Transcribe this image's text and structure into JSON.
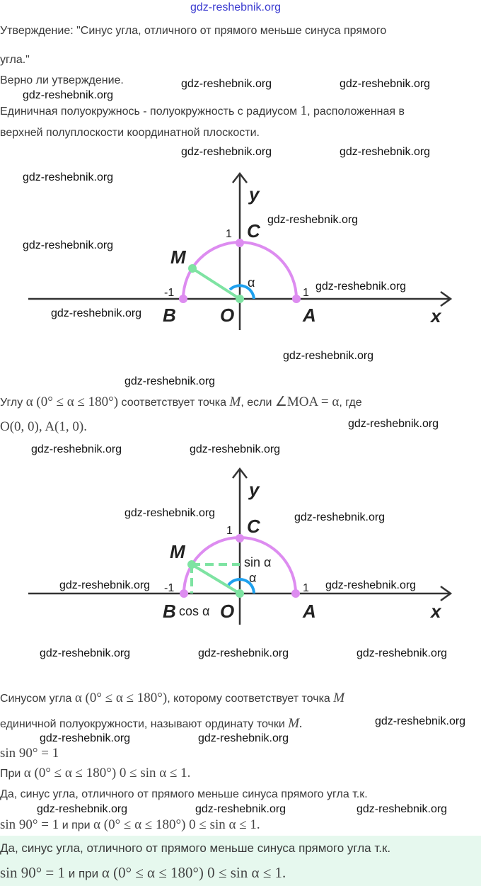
{
  "site_header": "gdz-reshebnik.org",
  "statement_1": "Утверждение: \"Синус угла, отличного от прямого меньше синуса прямого",
  "statement_2": "угла.\"",
  "question": "Верно ли утверждение.",
  "def1_a": "Единичная полуокружнось - полуокружность с радиусом ",
  "def1_num": "1",
  "def1_b": ", расположенная в",
  "def1_line2": "верхней полуплоскости координатной плоскости.",
  "diagram1": {
    "y": "y",
    "x": "x",
    "one_y": "1",
    "C": "C",
    "M": "M",
    "alpha": "α",
    "minus_one": "-1",
    "one_x": "1",
    "B": "B",
    "O": "O",
    "A": "A"
  },
  "angle_text": {
    "a": "Углу ",
    "formula": "α (0° ≤ α ≤ 180°)",
    "b": " соответствует точка ",
    "M": "M",
    "c": ", если ",
    "angle": "∠MOA = α",
    "d": ", где",
    "line2": "O(0, 0), A(1, 0)."
  },
  "diagram2": {
    "y": "y",
    "x": "x",
    "one_y": "1",
    "C": "C",
    "M": "M",
    "sin": "sin α",
    "alpha": "α",
    "minus_one": "-1",
    "one_x": "1",
    "B": "B",
    "cos": "cos α",
    "O": "O",
    "A": "A"
  },
  "sine_def": {
    "a": "Синусом угла ",
    "formula": "α (0° ≤ α ≤ 180°)",
    "b": ", которому соответствует точка ",
    "M": "M",
    "line2": "единичной полуокружности, называют ординату точки ",
    "M2": "M."
  },
  "sin90": "sin 90° = 1",
  "range": {
    "a": "При ",
    "formula": "α (0° ≤ α ≤ 180°) 0 ≤ sin α ≤ 1."
  },
  "conclusion": {
    "line1": "Да, синус угла, отличного от прямого меньше синуса прямого угла т.к.",
    "f1": "sin 90° = 1",
    "mid": " и при ",
    "f2": "α (0° ≤ α ≤ 180°) 0 ≤ sin α ≤ 1."
  },
  "answer": {
    "line1": "Да, синус угла, отличного от прямого меньше синуса прямого угла т.к.",
    "f1": "sin 90° = 1",
    "mid": " и при ",
    "f2": "α (0° ≤ α ≤ 180°) 0 ≤ sin α ≤ 1."
  },
  "watermark": "gdz-reshebnik.org",
  "colors": {
    "arc": "#dd8cf0",
    "point": "#7ee3a2",
    "angle": "#1ea0ee",
    "answer_bg": "#e6f8ee"
  }
}
